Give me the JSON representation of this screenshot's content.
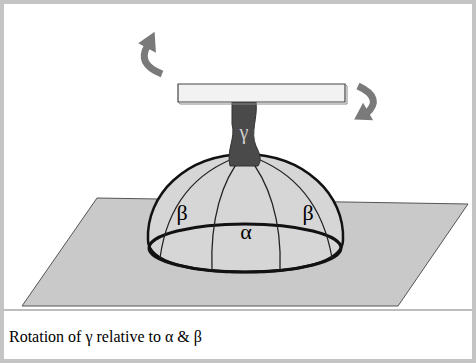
{
  "diagram": {
    "caption": "Rotation of γ relative to α & β",
    "labels": [
      "γ",
      "β",
      "α",
      "β"
    ]
  }
}
